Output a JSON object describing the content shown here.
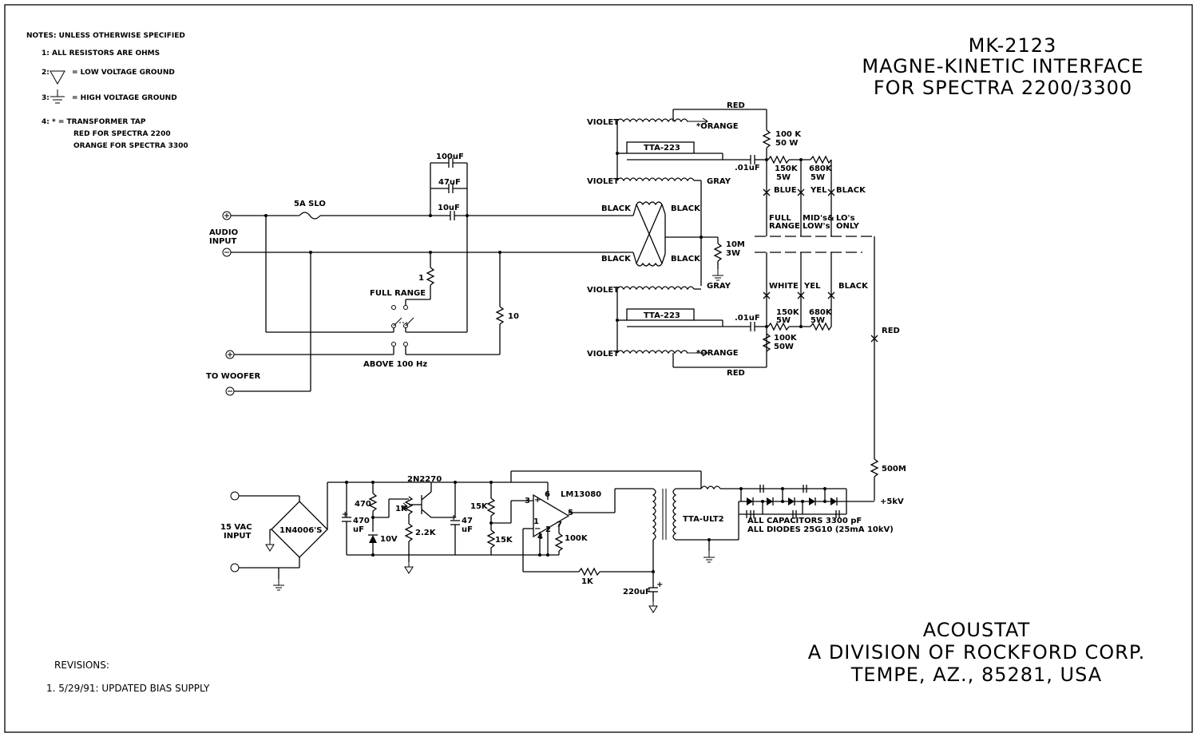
{
  "title": {
    "model": "MK-2123",
    "line1": "MAGNE-KINETIC INTERFACE",
    "line2": "FOR SPECTRA 2200/3300"
  },
  "notes": {
    "header": "NOTES: UNLESS OTHERWISE SPECIFIED",
    "n1": "1: ALL RESISTORS ARE OHMS",
    "n2_num": "2:",
    "n2": "= LOW VOLTAGE GROUND",
    "n3_num": "3:",
    "n3": "= HIGH VOLTAGE GROUND",
    "n4": "4: * = TRANSFORMER TAP",
    "n4a": "RED FOR SPECTRA 2200",
    "n4b": "ORANGE FOR SPECTRA 3300"
  },
  "company": {
    "name": "ACOUSTAT",
    "division": "A DIVISION OF ROCKFORD CORP.",
    "address": "TEMPE, AZ., 85281, USA"
  },
  "revisions": {
    "header": "REVISIONS:",
    "r1": "1. 5/29/91: UPDATED BIAS SUPPLY"
  },
  "labels": {
    "audio_input_1": "AUDIO",
    "audio_input_2": "INPUT",
    "fuse": "5A SLO",
    "c100": "100uF",
    "c47": "47uF",
    "c10": "10uF",
    "r1": "1",
    "full_range_sw": "FULL RANGE",
    "r10": "10",
    "above_100": "ABOVE 100 Hz",
    "to_woofer": "TO WOOFER",
    "violet": "VIOLET",
    "orange_tap": "*ORANGE",
    "red": "RED",
    "gray": "GRAY",
    "black": "BLACK",
    "tta223": "TTA-223",
    "c01": ".01uF",
    "r100k_1": "100 K",
    "r100k_2": "50 W",
    "r100k_lo_1": "100K",
    "r100k_lo_2": "50W",
    "r150k": "150K",
    "r680k": "680K",
    "w5": "5W",
    "blue": "BLUE",
    "yel": "YEL",
    "white": "WHITE",
    "full_range_1": "FULL",
    "full_range_2": "RANGE",
    "mids_1": "MID's&",
    "mids_2": "LOW's",
    "los_1": "LO's",
    "los_2": "ONLY",
    "r10m_1": "10M",
    "r10m_2": "3W",
    "r500m": "500M",
    "plus5kv": "+5kV",
    "vac_1": "15 VAC",
    "vac_2": "INPUT",
    "bridge": "1N4006'S",
    "c470": "470",
    "uf": "uF",
    "r470": "470",
    "zener": "10V",
    "trans": "2N2270",
    "pot1k": "1K",
    "r22k": "2.2K",
    "c47b": "47",
    "r15k": "15K",
    "opamp": "LM13080",
    "r100kb": "100K",
    "r1kb": "1K",
    "c220": "220uF",
    "tta_ult2": "TTA-ULT2",
    "caps_note": "ALL CAPACITORS 3300 pF",
    "diodes_note": "ALL DIODES 25G10 (25mA 10kV)",
    "pin3": "3",
    "pin6": "6",
    "pin1": "1",
    "pin2": "2",
    "pin4": "4",
    "pin5": "5",
    "pin7": "7",
    "plus": "+"
  }
}
